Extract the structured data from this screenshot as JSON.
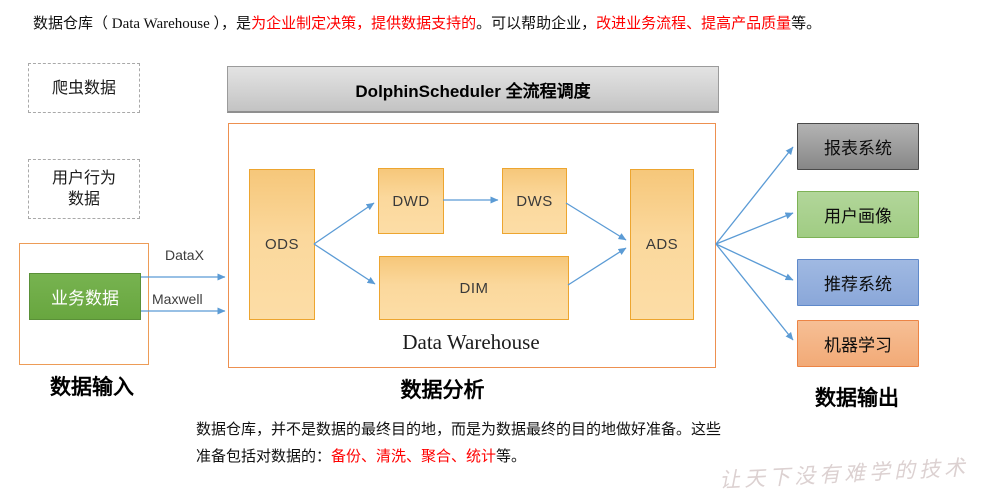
{
  "top_text": {
    "p1": "数据仓库（ Data Warehouse ），是",
    "p2_red": "为企业制定决策，提供数据支持的",
    "p3": "。可以帮助企业，",
    "p4_red": "改进业务流程、提高产品质量",
    "p5": "等。"
  },
  "input": {
    "crawler": "爬虫数据",
    "behavior_line1": "用户行为",
    "behavior_line2": "数据",
    "business": "业务数据",
    "section_label": "数据输入",
    "datax_label": "DataX",
    "maxwell_label": "Maxwell"
  },
  "scheduler": {
    "title": "DolphinScheduler 全流程调度"
  },
  "warehouse": {
    "title": "Data Warehouse",
    "section_label": "数据分析",
    "nodes": {
      "ods": "ODS",
      "dwd": "DWD",
      "dws": "DWS",
      "dim": "DIM",
      "ads": "ADS"
    }
  },
  "output": {
    "section_label": "数据输出",
    "boxes": [
      {
        "label": "报表系统",
        "fill": "#9b9b9b",
        "border": "#4a4a4a"
      },
      {
        "label": "用户画像",
        "fill": "#a9d18e",
        "border": "#7db256"
      },
      {
        "label": "推荐系统",
        "fill": "#8faadc",
        "border": "#5f89ca"
      },
      {
        "label": "机器学习",
        "fill": "#f4b183",
        "border": "#ec8445"
      }
    ]
  },
  "bottom_text": {
    "l1": "数据仓库，并不是数据的最终目的地，而是为数据最终的目的地做好准备。这些",
    "l2a": "准备包括对数据的：",
    "l2b_red": "备份、清洗、聚合、统计",
    "l2c": "等。"
  },
  "watermark": "让天下没有难学的技术",
  "colors": {
    "accent_red": "#ff0000",
    "arrow_blue": "#5b9bd5",
    "node_fill": "#fbd89c",
    "node_border": "#eda52f",
    "frame_orange": "#ed9050",
    "input_frame_orange": "#ed9c57",
    "business_green": "#6cab44",
    "header_gray": "#d2d2d2",
    "dashed_gray": "#a9a9a9"
  }
}
